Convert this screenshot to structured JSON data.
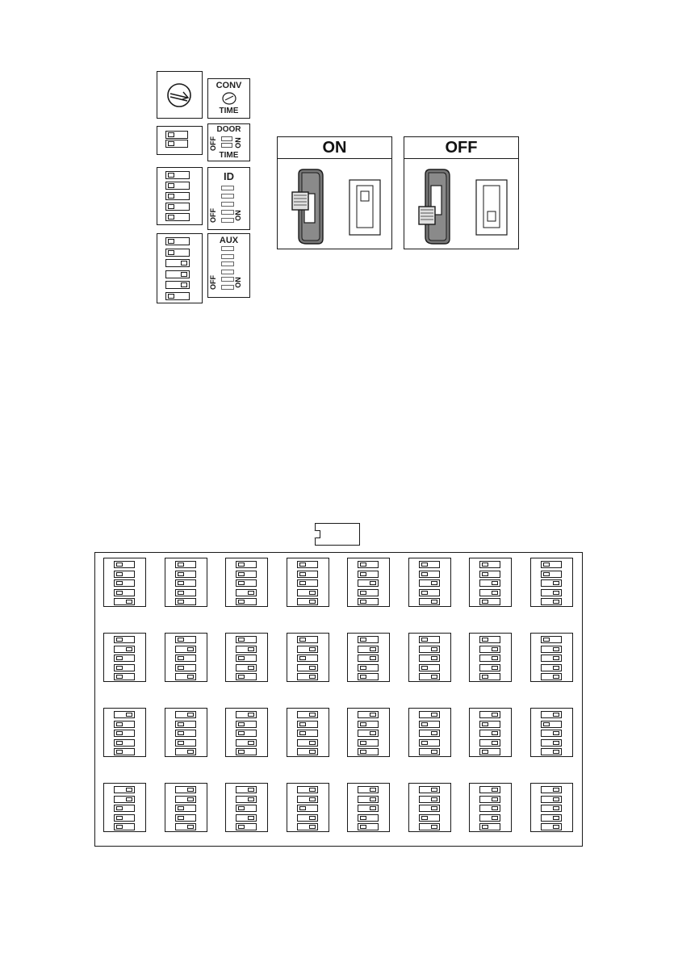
{
  "legend": {
    "conv_top": "CONV",
    "conv_bottom": "TIME",
    "door_top": "DOOR",
    "door_bottom": "TIME",
    "id_label": "ID",
    "aux_label": "AUX",
    "off_label": "OFF",
    "on_label": "ON"
  },
  "switch_states": {
    "on_title": "ON",
    "off_title": "OFF"
  },
  "legend_switches": {
    "door": [
      0,
      0
    ],
    "id": [
      0,
      0,
      0,
      0,
      0
    ],
    "aux": [
      0,
      0,
      1,
      1,
      1,
      0
    ]
  },
  "id_table": {
    "rows": [
      [
        [
          0,
          0,
          0,
          0,
          1
        ],
        [
          0,
          0,
          0,
          0,
          0
        ],
        [
          0,
          0,
          0,
          1,
          0
        ],
        [
          0,
          0,
          0,
          1,
          1
        ],
        [
          0,
          0,
          1,
          0,
          0
        ],
        [
          0,
          0,
          1,
          0,
          1
        ],
        [
          0,
          0,
          1,
          1,
          0
        ],
        [
          0,
          0,
          1,
          1,
          1
        ]
      ],
      [
        [
          0,
          1,
          0,
          0,
          0
        ],
        [
          0,
          1,
          0,
          0,
          1
        ],
        [
          0,
          1,
          0,
          1,
          0
        ],
        [
          0,
          1,
          0,
          1,
          1
        ],
        [
          0,
          1,
          1,
          0,
          0
        ],
        [
          0,
          1,
          1,
          0,
          1
        ],
        [
          0,
          1,
          1,
          1,
          0
        ],
        [
          0,
          1,
          1,
          1,
          1
        ]
      ],
      [
        [
          1,
          0,
          0,
          0,
          0
        ],
        [
          1,
          0,
          0,
          0,
          1
        ],
        [
          1,
          0,
          0,
          1,
          0
        ],
        [
          1,
          0,
          0,
          1,
          1
        ],
        [
          1,
          0,
          1,
          0,
          0
        ],
        [
          1,
          0,
          1,
          0,
          1
        ],
        [
          1,
          0,
          1,
          1,
          0
        ],
        [
          1,
          0,
          1,
          1,
          1
        ]
      ],
      [
        [
          1,
          1,
          0,
          0,
          0
        ],
        [
          1,
          1,
          0,
          0,
          1
        ],
        [
          1,
          1,
          0,
          1,
          0
        ],
        [
          1,
          1,
          0,
          1,
          1
        ],
        [
          1,
          1,
          1,
          0,
          0
        ],
        [
          1,
          1,
          1,
          0,
          1
        ],
        [
          1,
          1,
          1,
          1,
          0
        ],
        [
          1,
          1,
          1,
          1,
          1
        ]
      ]
    ]
  }
}
